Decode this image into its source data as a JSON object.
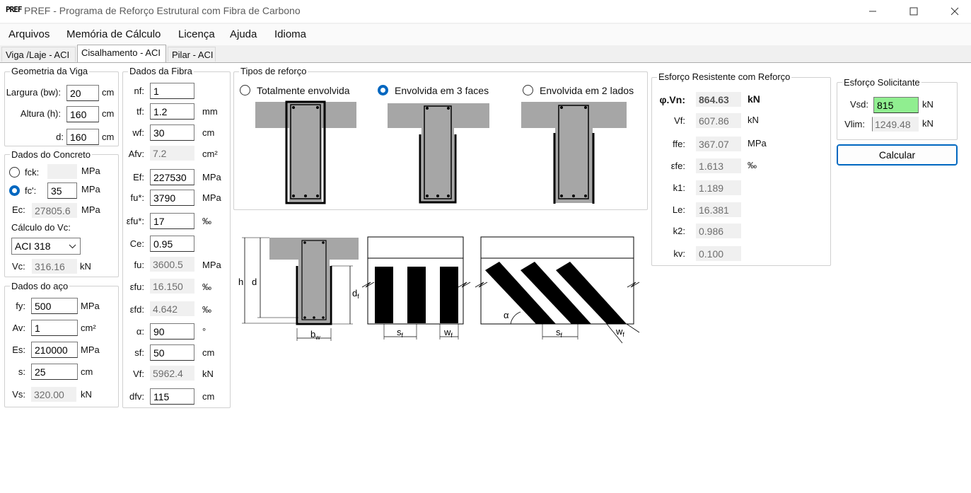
{
  "window": {
    "title": "PREF - Programa de Reforço Estrutural com Fibra de Carbono",
    "icon_text": "PREF"
  },
  "menu": {
    "items": [
      "Arquivos",
      "Memória de Cálculo",
      "Licença",
      "Ajuda",
      "Idioma"
    ]
  },
  "tabs": [
    "Viga /Laje - ACI",
    "Cisalhamento - ACI",
    "Pilar - ACI"
  ],
  "geometria": {
    "title": "Geometria da Viga",
    "largura": {
      "label": "Largura (bw):",
      "value": "20",
      "unit": "cm"
    },
    "altura": {
      "label": "Altura (h):",
      "value": "160",
      "unit": "cm"
    },
    "d": {
      "label": "d:",
      "value": "160",
      "unit": "cm"
    }
  },
  "concreto": {
    "title": "Dados do Concreto",
    "fck": {
      "label": "fck:",
      "value": "",
      "unit": "MPa"
    },
    "fc": {
      "label": "fc':",
      "value": "35",
      "unit": "MPa"
    },
    "ec": {
      "label": "Ec:",
      "value": "27805.6",
      "unit": "MPa"
    },
    "calc_vc_label": "Cálculo do Vc:",
    "calc_vc_value": "ACI 318",
    "vc": {
      "label": "Vc:",
      "value": "316.16",
      "unit": "kN"
    }
  },
  "aco": {
    "title": "Dados do aço",
    "fy": {
      "label": "fy:",
      "value": "500",
      "unit": "MPa"
    },
    "av": {
      "label": "Av:",
      "value": "1",
      "unit": "cm²"
    },
    "es": {
      "label": "Es:",
      "value": "210000",
      "unit": "MPa"
    },
    "s": {
      "label": "s:",
      "value": "25",
      "unit": "cm"
    },
    "vs": {
      "label": "Vs:",
      "value": "320.00",
      "unit": "kN"
    }
  },
  "fibra": {
    "title": "Dados da Fibra",
    "rows": [
      {
        "label": "nf:",
        "value": "1",
        "unit": "",
        "ro": false
      },
      {
        "label": "tf:",
        "value": "1.2",
        "unit": "mm",
        "ro": false
      },
      {
        "label": "wf:",
        "value": "30",
        "unit": "cm",
        "ro": false
      },
      {
        "label": "Afv:",
        "value": "7.2",
        "unit": "cm²",
        "ro": true
      },
      {
        "label": "Ef:",
        "value": "227530",
        "unit": "MPa",
        "ro": false
      },
      {
        "label": "fu*:",
        "value": "3790",
        "unit": "MPa",
        "ro": false
      },
      {
        "label": "εfu*:",
        "value": "17",
        "unit": "‰",
        "ro": false
      },
      {
        "label": "Ce:",
        "value": "0.95",
        "unit": "",
        "ro": false
      },
      {
        "label": "fu:",
        "value": "3600.5",
        "unit": "MPa",
        "ro": true
      },
      {
        "label": "εfu:",
        "value": "16.150",
        "unit": "‰",
        "ro": true
      },
      {
        "label": "εfd:",
        "value": "4.642",
        "unit": "‰",
        "ro": true
      },
      {
        "label": "α:",
        "value": "90",
        "unit": "°",
        "ro": false
      },
      {
        "label": "sf:",
        "value": "50",
        "unit": "cm",
        "ro": false
      },
      {
        "label": "Vf:",
        "value": "5962.4",
        "unit": "kN",
        "ro": true
      },
      {
        "label": "dfv:",
        "value": "115",
        "unit": "cm",
        "ro": false
      }
    ]
  },
  "tipos": {
    "title": "Tipos de reforço",
    "options": [
      "Totalmente envolvida",
      "Envolvida em 3 faces",
      "Envolvida em 2 lados"
    ],
    "selected_index": 1
  },
  "diagram_labels": {
    "h": "h",
    "d": "d",
    "df": "d",
    "df_sub": "f",
    "bw": "b",
    "bw_sub": "w",
    "sf": "s",
    "sf_sub": "f",
    "wf": "w",
    "wf_sub": "f",
    "alpha": "α"
  },
  "resistente": {
    "title": "Esforço Resistente com Reforço",
    "rows": [
      {
        "label": "φ.Vn:",
        "value": "864.63",
        "unit": "kN",
        "bold": true
      },
      {
        "label": "Vf:",
        "value": "607.86",
        "unit": "kN"
      },
      {
        "label": "ffe:",
        "value": "367.07",
        "unit": "MPa"
      },
      {
        "label": "εfe:",
        "value": "1.613",
        "unit": "‰"
      },
      {
        "label": "k1:",
        "value": "1.189",
        "unit": ""
      },
      {
        "label": "Le:",
        "value": "16.381",
        "unit": ""
      },
      {
        "label": "k2:",
        "value": "0.986",
        "unit": ""
      },
      {
        "label": "kv:",
        "value": "0.100",
        "unit": ""
      }
    ]
  },
  "solicitante": {
    "title": "Esforço Solicitante",
    "vsd": {
      "label": "Vsd:",
      "value": "815",
      "unit": "kN"
    },
    "vlim": {
      "label": "Vlim:",
      "value": "1249.48",
      "unit": "kN"
    },
    "button": "Calcular"
  },
  "colors": {
    "accent": "#0067c0",
    "highlight": "#90ee90"
  }
}
